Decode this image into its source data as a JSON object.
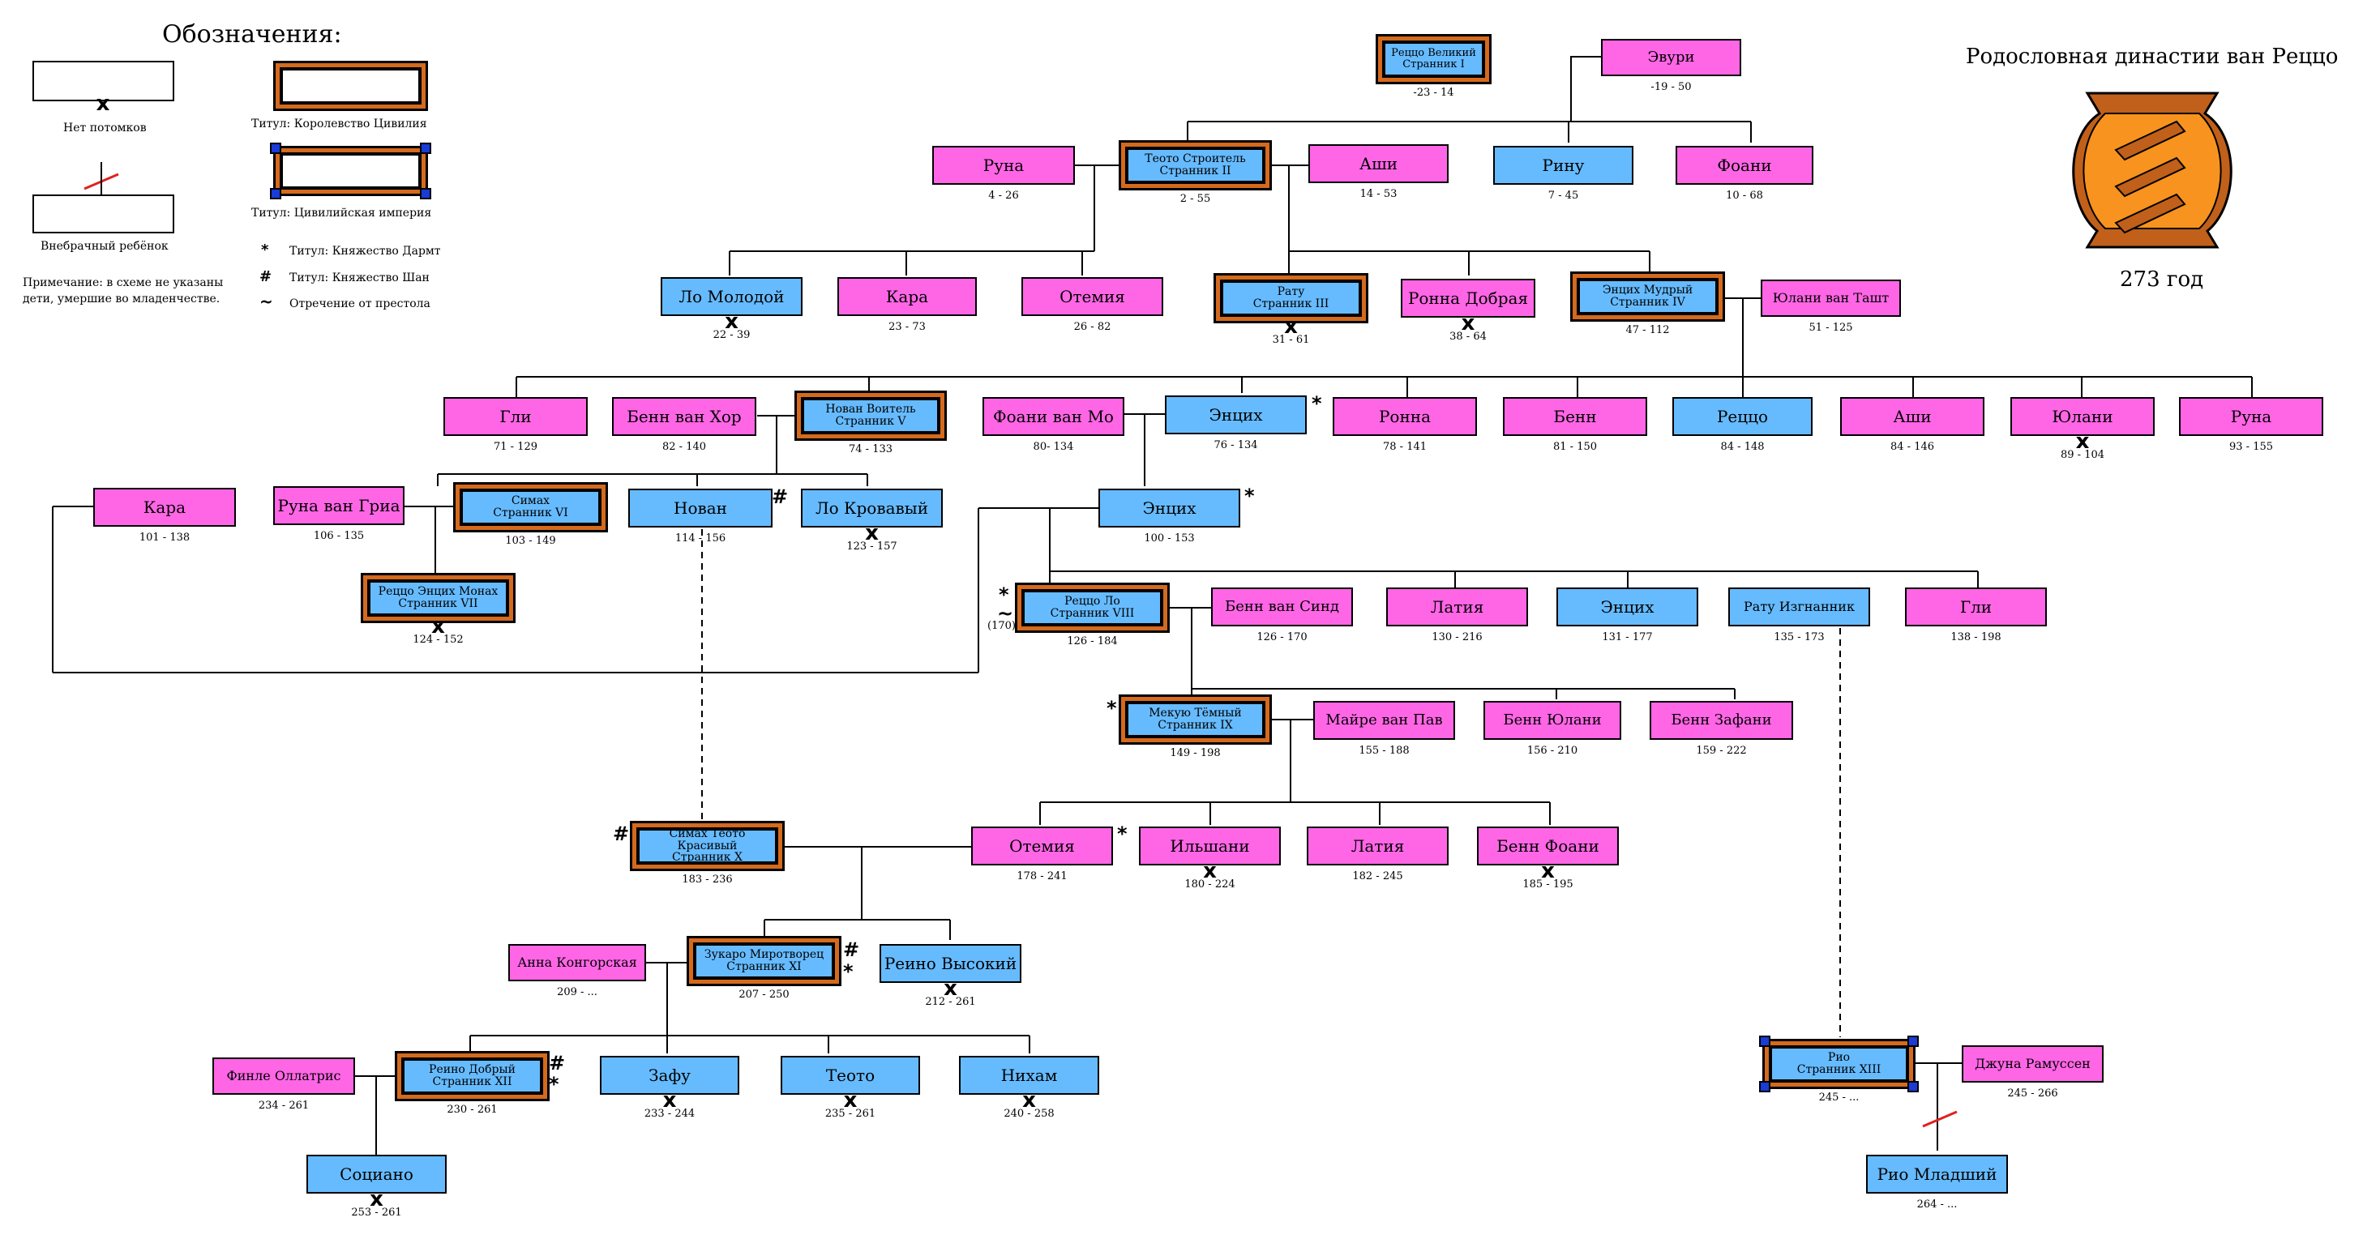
{
  "title": "Родословная династии ван Реццо",
  "year": "273 год",
  "legend": {
    "header": "Обозначения:",
    "no_descendants": "Нет потомков",
    "illegitimate": "Внебрачный ребёнок",
    "note": "Примечание: в схеме не указаны дети, умершие во младенчестве.",
    "title_kingdom": "Титул: Королевство Цивилия",
    "title_empire": "Титул: Цивилийская империя",
    "title_dart": "Титул: Княжество Дармт",
    "title_shan": "Титул: Княжество Шан",
    "abdication": "Отречение от престола",
    "sym_dart": "*",
    "sym_shan": "#",
    "sym_abd": "~",
    "sym_x": "x"
  },
  "colors": {
    "female": "#ff66e6",
    "male": "#66bbff",
    "ruler_border": "#d46a1e",
    "empire_corner": "#1a3bd6",
    "emblem": "#f7931e"
  },
  "people": {
    "p01": {
      "name": "Реццо Великий\nСтранник I",
      "dates": "-23 - 14"
    },
    "p02": {
      "name": "Эвури",
      "dates": "-19 - 50"
    },
    "p03": {
      "name": "Руна",
      "dates": "4 - 26"
    },
    "p04": {
      "name": "Теото Строитель\nСтранник II",
      "dates": "2 - 55"
    },
    "p05": {
      "name": "Аши",
      "dates": "14 - 53"
    },
    "p06": {
      "name": "Рину",
      "dates": "7 - 45"
    },
    "p07": {
      "name": "Фоани",
      "dates": "10 - 68"
    },
    "p08": {
      "name": "Ло Молодой",
      "dates": "22 - 39"
    },
    "p09": {
      "name": "Кара",
      "dates": "23 - 73"
    },
    "p10": {
      "name": "Отемия",
      "dates": "26 - 82"
    },
    "p11": {
      "name": "Рату\nСтранник III",
      "dates": "31 - 61"
    },
    "p12": {
      "name": "Ронна Добрая",
      "dates": "38 - 64"
    },
    "p13": {
      "name": "Энцих Мудрый\nСтранник IV",
      "dates": "47 - 112"
    },
    "p14": {
      "name": "Юлани ван Ташт",
      "dates": "51 - 125"
    },
    "p15": {
      "name": "Гли",
      "dates": "71 - 129"
    },
    "p16": {
      "name": "Бенн ван Хор",
      "dates": "82 - 140"
    },
    "p17": {
      "name": "Нован Воитель\nСтранник V",
      "dates": "74 - 133"
    },
    "p18": {
      "name": "Фоани ван Мо",
      "dates": "80- 134"
    },
    "p19": {
      "name": "Энцих",
      "dates": "76 - 134"
    },
    "p20": {
      "name": "Ронна",
      "dates": "78 - 141"
    },
    "p21": {
      "name": "Бенн",
      "dates": "81 - 150"
    },
    "p22": {
      "name": "Реццо",
      "dates": "84 - 148"
    },
    "p23": {
      "name": "Аши",
      "dates": "84 - 146"
    },
    "p24": {
      "name": "Юлани",
      "dates": "89 - 104"
    },
    "p25": {
      "name": "Руна",
      "dates": "93 - 155"
    },
    "p26": {
      "name": "Кара",
      "dates": "101 - 138"
    },
    "p27": {
      "name": "Руна ван Гриа",
      "dates": "106 - 135"
    },
    "p28": {
      "name": "Симах\nСтранник VI",
      "dates": "103 - 149"
    },
    "p29": {
      "name": "Нован",
      "dates": "114 - 156"
    },
    "p30": {
      "name": "Ло Кровавый",
      "dates": "123 - 157"
    },
    "p31": {
      "name": "Энцих",
      "dates": "100 - 153"
    },
    "p32": {
      "name": "Реццо Энцих Монах\nСтранник VII",
      "dates": "124 - 152"
    },
    "p33": {
      "name": "Реццо Ло\nСтранник VIII",
      "dates": "126 - 184"
    },
    "p34": {
      "name": "Бенн ван Синд",
      "dates": "126 - 170"
    },
    "p35": {
      "name": "Латия",
      "dates": "130 - 216"
    },
    "p36": {
      "name": "Энцих",
      "dates": "131 - 177"
    },
    "p37": {
      "name": "Рату Изгнанник",
      "dates": "135 - 173"
    },
    "p38": {
      "name": "Гли",
      "dates": "138 - 198"
    },
    "p39": {
      "name": "Мекую Тёмный\nСтранник IX",
      "dates": "149 - 198"
    },
    "p40": {
      "name": "Майре ван Пав",
      "dates": "155 - 188"
    },
    "p41": {
      "name": "Бенн Юлани",
      "dates": "156 - 210"
    },
    "p42": {
      "name": "Бенн Зафани",
      "dates": "159 - 222"
    },
    "p43": {
      "name": "Симах Теото Красивый\nСтранник X",
      "dates": "183 - 236"
    },
    "p44": {
      "name": "Отемия",
      "dates": "178 - 241"
    },
    "p45": {
      "name": "Ильшани",
      "dates": "180 - 224"
    },
    "p46": {
      "name": "Латия",
      "dates": "182 - 245"
    },
    "p47": {
      "name": "Бенн Фоани",
      "dates": "185 - 195"
    },
    "p48": {
      "name": "Анна Конгорская",
      "dates": "209 - ..."
    },
    "p49": {
      "name": "Зукаро Миротворец\nСтранник XI",
      "dates": "207 - 250"
    },
    "p50": {
      "name": "Реино Высокий",
      "dates": "212 - 261"
    },
    "p51": {
      "name": "Финле Оллатрис",
      "dates": "234 - 261"
    },
    "p52": {
      "name": "Реино Добрый\nСтранник XII",
      "dates": "230 - 261"
    },
    "p53": {
      "name": "Зафу",
      "dates": "233 - 244"
    },
    "p54": {
      "name": "Теото",
      "dates": "235 - 261"
    },
    "p55": {
      "name": "Нихам",
      "dates": "240 - 258"
    },
    "p56": {
      "name": "Социано",
      "dates": "253 - 261"
    },
    "p57": {
      "name": "Рио\nСтранник XIII",
      "dates": "245 - ..."
    },
    "p58": {
      "name": "Джуна Рамуссен",
      "dates": "245 - 266"
    },
    "p59": {
      "name": "Рио Младший",
      "dates": "264 - ..."
    }
  },
  "abdication_year": "(170)"
}
